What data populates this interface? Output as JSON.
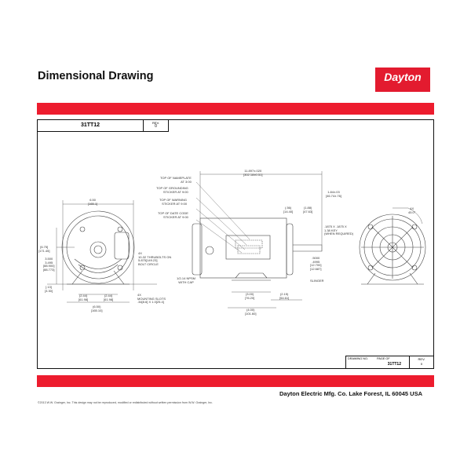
{
  "header": {
    "title": "Dimensional Drawing",
    "logo": "Dayton"
  },
  "title_block_top": {
    "part_number": "31TT12",
    "rev_label": "REV.",
    "rev_value": "0"
  },
  "title_block_bottom": {
    "drawing_no_label": "DRAWING NO.",
    "page_of_label": "PAGE  OF",
    "part_number": "31TT12",
    "rev_label": "REV.",
    "rev_value": "0"
  },
  "drawing_labels": {
    "left_width": "6.50\n[165.1]",
    "left_height": "[6.75]\n[171.45]",
    "left_pilot": "3.500\n3.495\n[88.900]\n[88.773]",
    "left_base": "[.13]\n[3.30]",
    "left_half1": "(2.44)\n[61.98]",
    "left_half2": "(2.44)\n[61.98]",
    "left_base_width": "(6.50)\n[165.10]",
    "thrubolts": "4X\n10-32 THRUBOLTS ON\n5.875[149.23]\nBOLT CIRCLE",
    "mounting_slots": "4X\nMOUNTING SLOTS\n.34[8.6] X 1.0[25.4]",
    "nameplate": "TOP OF NAMEPLATE\nAT 3:00",
    "grounding": "TOP OF GROUNDING\nSTICKER AT 9:00",
    "warning": "TOP OF WARNING\nSTICKER AT 9:00",
    "datecode": "TOP OF DATE CODE\nSTICKER AT 9:00",
    "overall_length": "11.897±.020\n[302.18±0.51]",
    "shaft_ext": "1.84±.03\n[46.74±.76]",
    "dim_56": "(.56)\n[14.40]",
    "dim_188": "(1.88)\n[47.63]",
    "key": ".1875 X .1875 X\n1.38 KEY\n(WHEN REQUIRED)",
    "shaft_dia": ".5000\n.4995\n[12.700]\n[12.687]",
    "conduit": "1/2-14 NPSM\nWITH CAP",
    "slinger": "SLINGER",
    "foot_3": "(3.00)\n[76.20]",
    "foot_4": "(4.00)\n[101.60]",
    "foot_215": "(2.15)\n[54.61]",
    "angle": "4X\n45.0°"
  },
  "footer": {
    "company": "Dayton Electric Mfg. Co.  Lake Forest, IL  60045  USA",
    "copyright": "©2013 W.W. Grainger, Inc.   This design may not be reproduced, modified or redistributed without written permission from W.W. Grainger, Inc."
  },
  "colors": {
    "brand_red": "#ed1c2e"
  }
}
